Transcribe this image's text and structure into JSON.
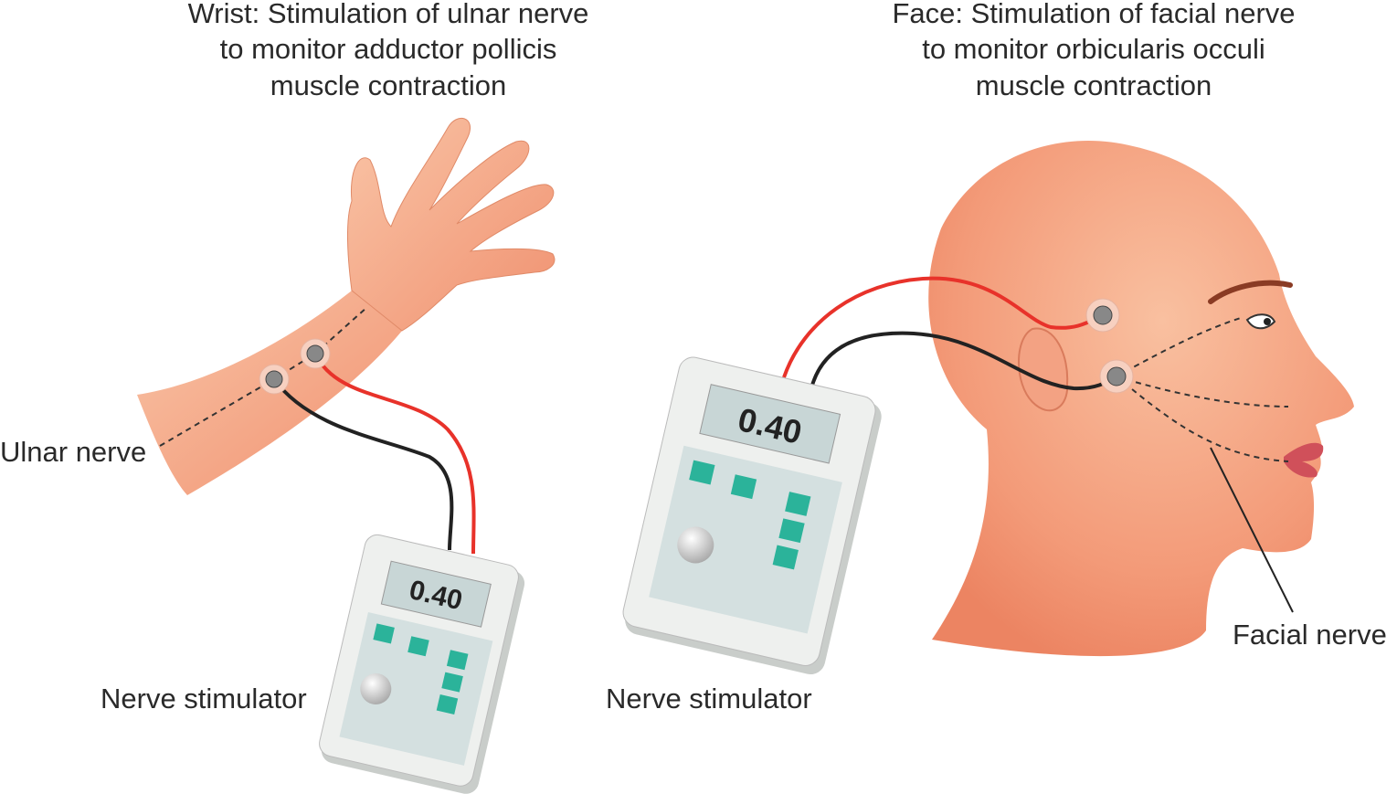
{
  "wrist": {
    "title_lines": [
      "Wrist: Stimulation of ulnar nerve",
      "to monitor adductor pollicis",
      "muscle contraction"
    ],
    "nerve_label": "Ulnar nerve",
    "stimulator_label": "Nerve stimulator",
    "display_value": "0.40"
  },
  "face": {
    "title_lines": [
      "Face: Stimulation of facial nerve",
      "to monitor orbicularis occuli",
      "muscle contraction"
    ],
    "nerve_label": "Facial nerve",
    "stimulator_label": "Nerve stimulator",
    "display_value": "0.40"
  },
  "colors": {
    "skin": "#f4a07e",
    "skin_light": "#f9c3a4",
    "wire_red": "#e8322a",
    "wire_black": "#222222",
    "button_teal": "#2bb39a",
    "device_body": "#eef0ee",
    "device_panel": "#d4e0e0"
  }
}
